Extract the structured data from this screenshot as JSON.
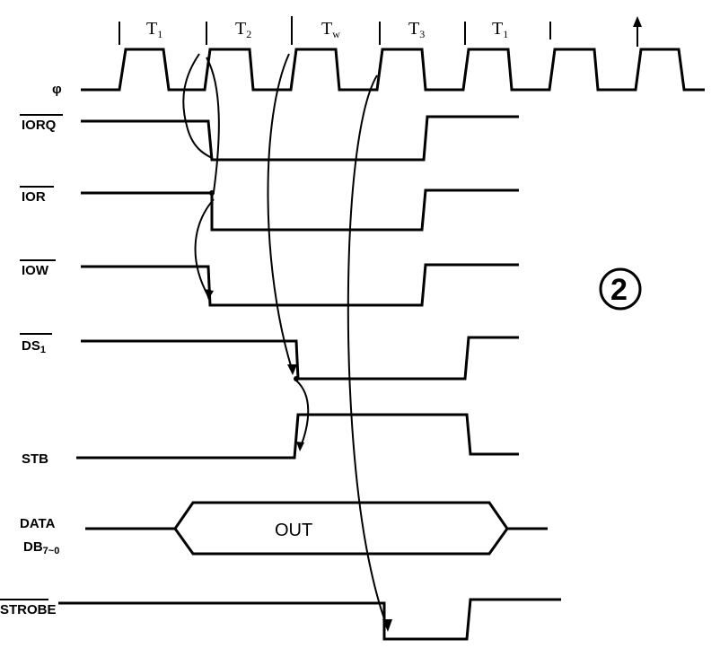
{
  "states": [
    {
      "label": "T",
      "sub": "1"
    },
    {
      "label": "T",
      "sub": "2"
    },
    {
      "label": "T",
      "sub": "w"
    },
    {
      "label": "T",
      "sub": "3"
    },
    {
      "label": "T",
      "sub": "1"
    }
  ],
  "signals": {
    "clock": "φ",
    "iorq": "IORQ",
    "ior": "IOR",
    "iow": "IOW",
    "ds": "DS",
    "ds_sub": "1",
    "stb": "STB",
    "data_line1": "DATA",
    "data_line2": "DB",
    "data_line2_sub": "7~0",
    "strobe": "STROBE"
  },
  "bus_label": "OUT",
  "figure_marker": "2"
}
